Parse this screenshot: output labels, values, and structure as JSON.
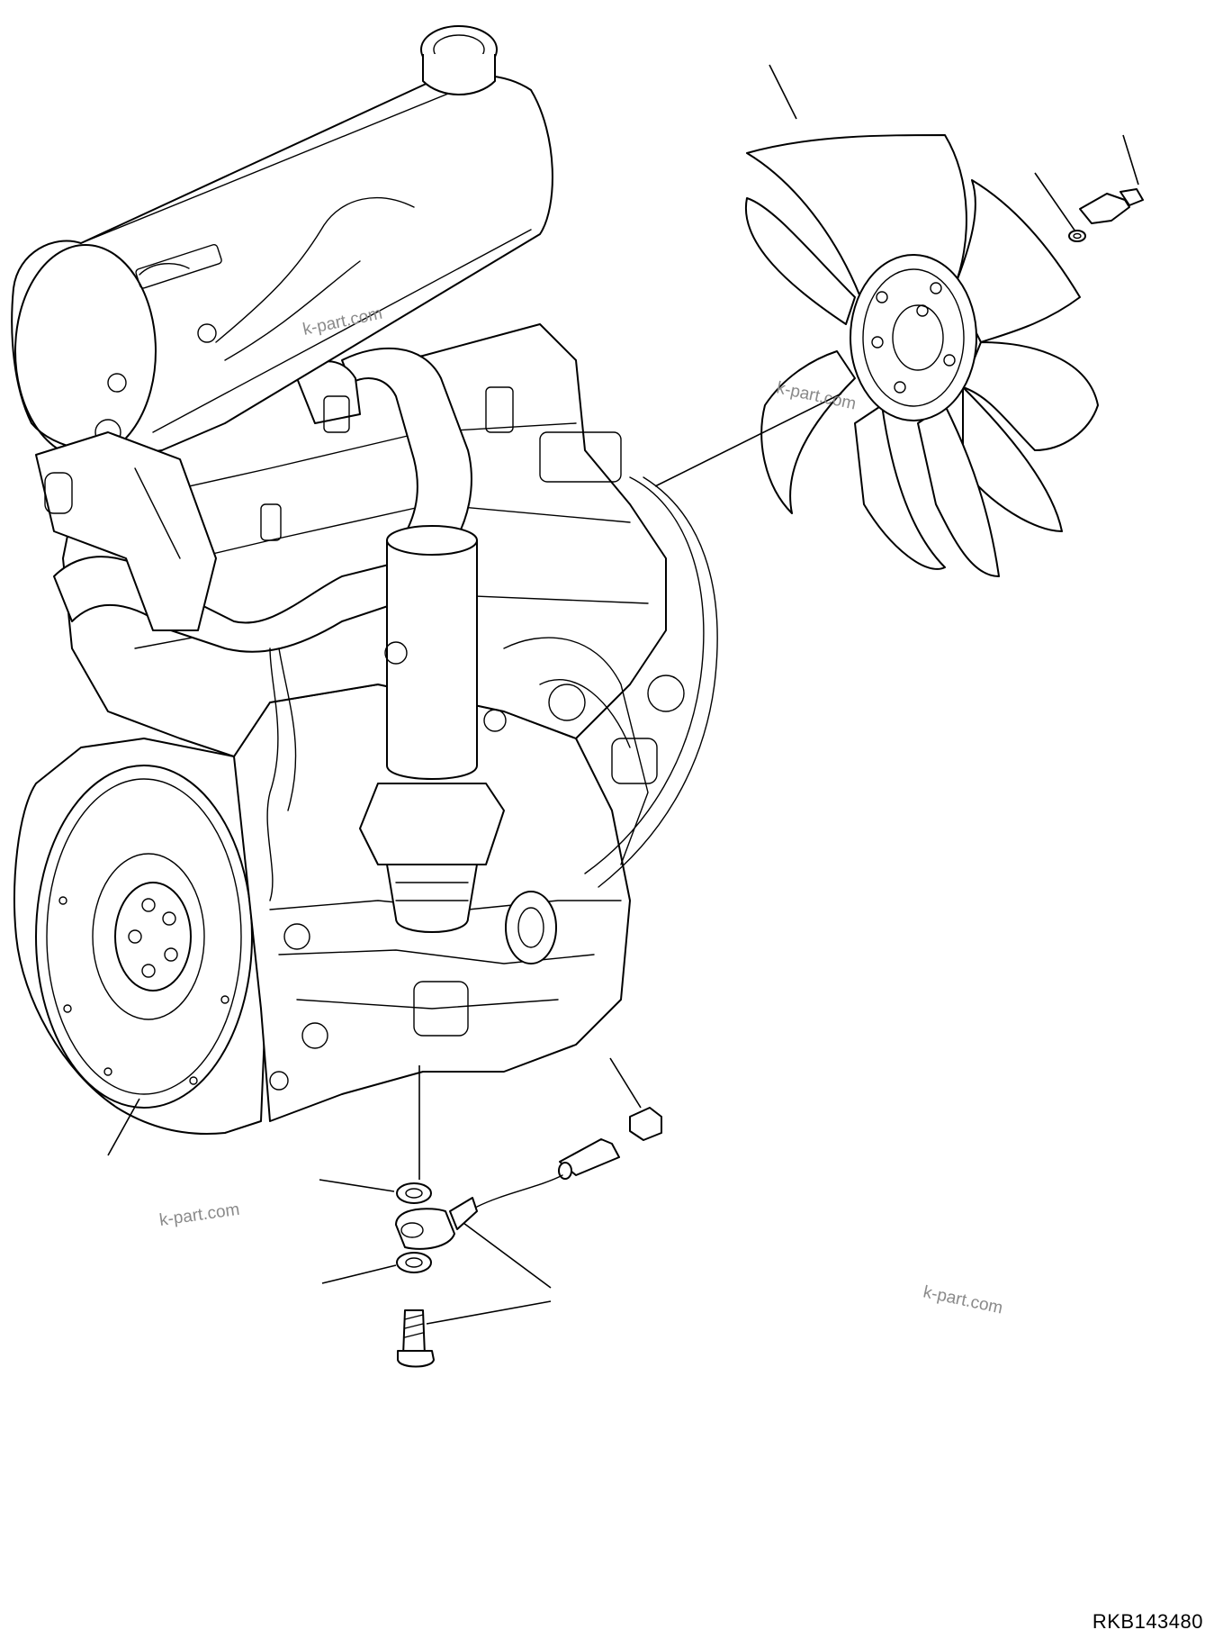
{
  "watermarks": [
    "k-part.com",
    "k-part.com",
    "k-part.com",
    "k-part.com"
  ],
  "drawing_number": "RKB143480"
}
